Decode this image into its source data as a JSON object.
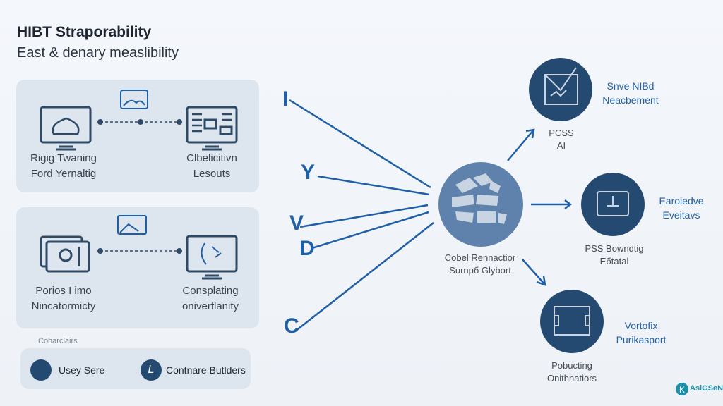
{
  "header": {
    "title": "HIBT Straporability",
    "subtitle": "East & denary measlibility"
  },
  "panel_top": {
    "left_label": [
      "Rigig Twaning",
      "Ford Yernaltig"
    ],
    "right_label": [
      "Clbelicitivn",
      "Lesouts"
    ]
  },
  "panel_bottom": {
    "left_label": [
      "Porios I imo",
      "Nincatormicty"
    ],
    "right_label": [
      "Consplating",
      "oniverflanity"
    ]
  },
  "legend": {
    "title": "Coharclairs",
    "items": [
      {
        "label": "Usey Sere"
      },
      {
        "label": "Contnare Butlders",
        "icon_letter": "L"
      }
    ]
  },
  "fan_letters": [
    "I",
    "Y",
    "V",
    "D",
    "C"
  ],
  "hub": {
    "label": [
      "Cobel Rennactior",
      "Surnpб Glybort"
    ]
  },
  "nodes": [
    {
      "label": [
        "PCSS",
        "AI"
      ],
      "side": [
        "Snve NIBd",
        "Neacbement"
      ]
    },
    {
      "label": [
        "PSS Bowndtig",
        "Eбtatal"
      ],
      "side": [
        "Earoledve",
        "Eveitavs"
      ]
    },
    {
      "label": [
        "Pobucting",
        "Onithnatiors"
      ],
      "side": [
        "Vortofix",
        "Purikasport"
      ]
    }
  ],
  "logo": {
    "text": "AsiGSeN"
  },
  "colors": {
    "accent": "#1f5fa6",
    "node": "#254a72",
    "hub": "#5f82ad",
    "panel": "#dde5ee"
  }
}
